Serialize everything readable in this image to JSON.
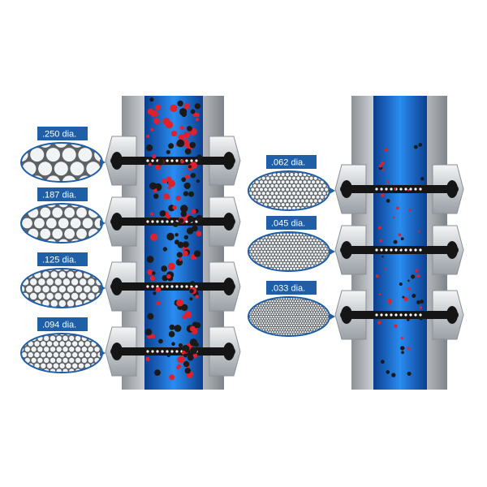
{
  "colors": {
    "flow_blue": "#1a73d9",
    "label_blue": "#1f5fa8",
    "red_particle": "#e0202c",
    "black_particle": "#1a1a1a",
    "pipe_steel": "#c9cdd2"
  },
  "stages": [
    {
      "id": "left",
      "screens": [
        {
          "label": ".250 dia.",
          "hole_size": 0.25
        },
        {
          "label": ".187 dia.",
          "hole_size": 0.187
        },
        {
          "label": ".125 dia.",
          "hole_size": 0.125
        },
        {
          "label": ".094 dia.",
          "hole_size": 0.094
        }
      ]
    },
    {
      "id": "right",
      "screens": [
        {
          "label": ".062 dia.",
          "hole_size": 0.062
        },
        {
          "label": ".045 dia.",
          "hole_size": 0.045
        },
        {
          "label": ".033 dia.",
          "hole_size": 0.033
        }
      ]
    }
  ]
}
